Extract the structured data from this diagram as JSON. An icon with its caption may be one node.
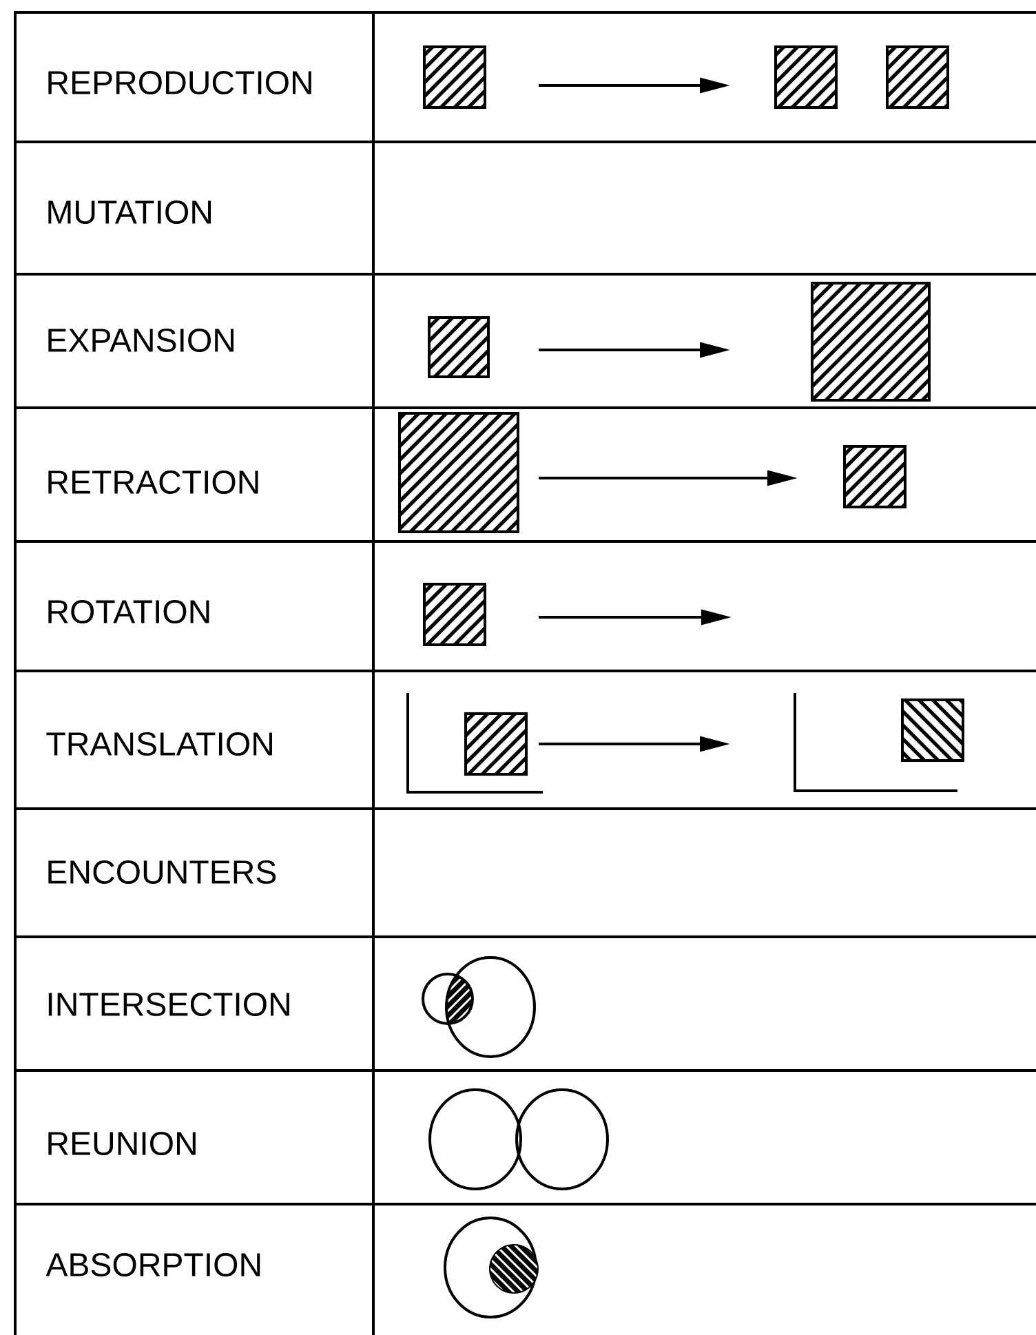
{
  "diagram": {
    "nodes": [
      {
        "text": [],
        "shape": "box"
      },
      {
        "text": [],
        "shape": "box"
      },
      {
        "text": [],
        "shape": "box"
      },
      {
        "text": [],
        "shape": "box"
      },
      {
        "text": [],
        "shape": "box"
      },
      {
        "text": [],
        "shape": "box"
      },
      {
        "text": [],
        "shape": "box"
      },
      {
        "text": [],
        "shape": "box"
      },
      {
        "text": [],
        "shape": "box"
      },
      {
        "text": [],
        "shape": "box"
      }
    ],
    "edges": [
      {
        "from": 0,
        "to": 1,
        "arrow": "to"
      },
      {
        "from": 3,
        "to": 4,
        "arrow": "to"
      },
      {
        "from": 5,
        "to": 6,
        "arrow": "to"
      },
      {
        "from": 7,
        "to": null,
        "arrow": "to"
      },
      {
        "from": 8,
        "to": 9,
        "arrow": "to"
      }
    ],
    "labels": [
      "REPRODUCTION",
      "MUTATION",
      "EXPANSION",
      "RETRACTION",
      "ROTATION",
      "TRANSLATION",
      "ENCOUNTERS",
      "INTERSECTION",
      "REUNION",
      "ABSORPTION"
    ]
  }
}
